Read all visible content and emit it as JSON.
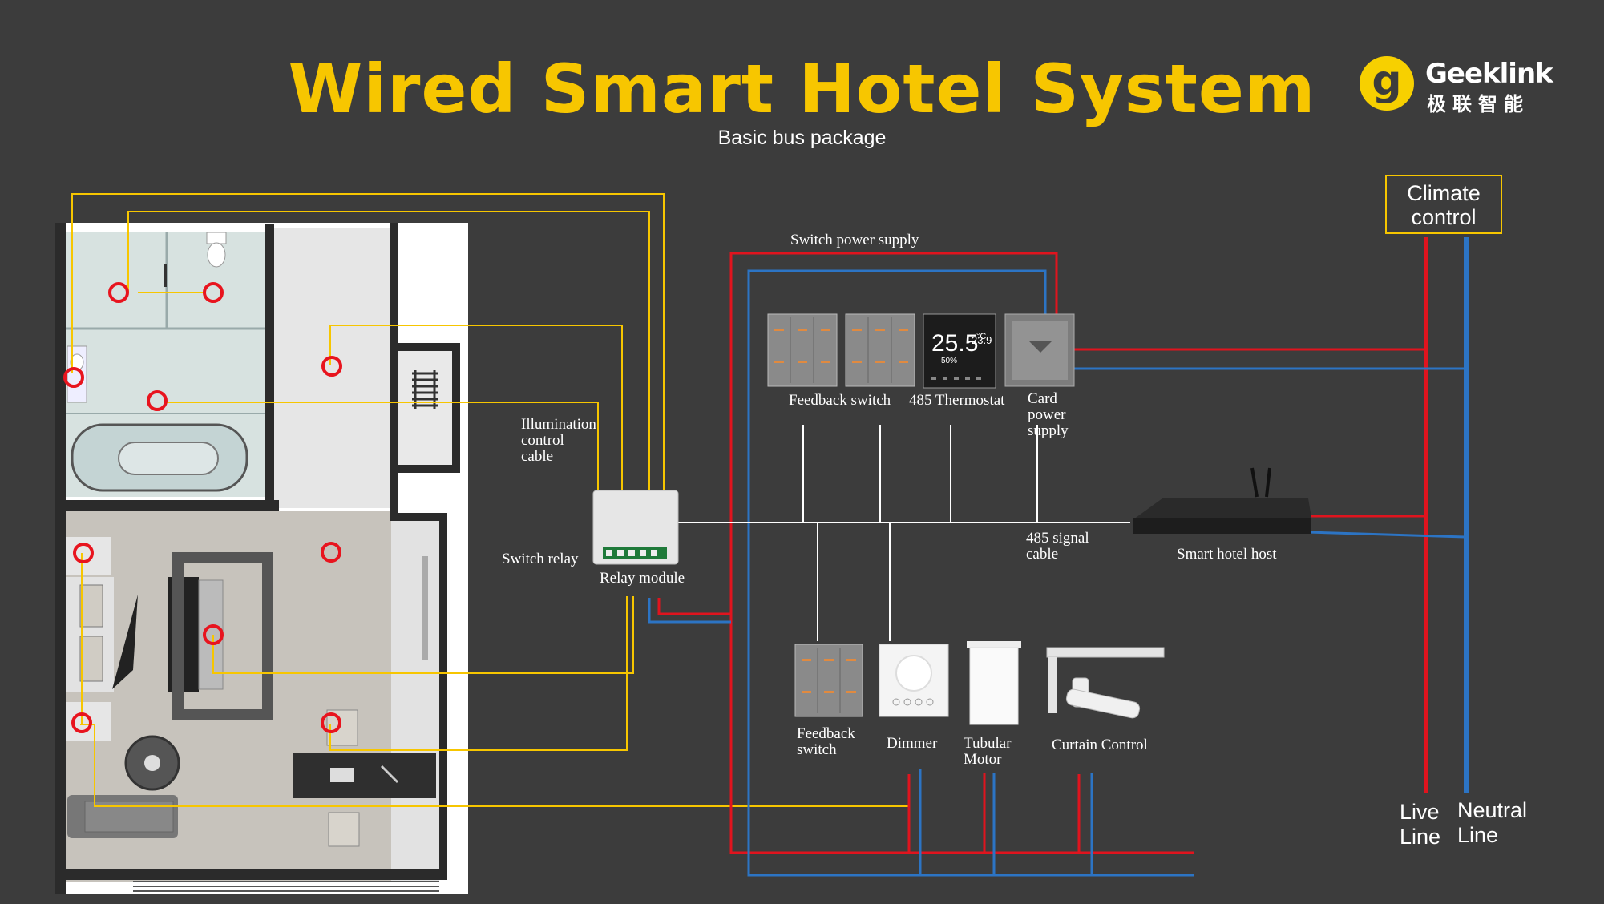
{
  "title": "Wired Smart Hotel System",
  "subtitle": "Basic bus package",
  "logo": {
    "mark": "g",
    "name": "Geeklink",
    "chinese": "极联智能",
    "color": "#f7d000"
  },
  "climate_control": {
    "line1": "Climate",
    "line2": "control"
  },
  "labels": {
    "switch_power_supply": "Switch power supply",
    "feedback_switch_top": "Feedback switch",
    "thermostat": "485 Thermostat",
    "card_power": [
      "Card",
      "power",
      "supply"
    ],
    "illumination_cable": [
      "Illumination",
      "control",
      "cable"
    ],
    "switch_relay": "Switch relay",
    "relay_module": "Relay module",
    "signal_cable": [
      "485 signal",
      "cable"
    ],
    "smart_host": "Smart hotel host",
    "feedback_switch_bottom": [
      "Feedback",
      "switch"
    ],
    "dimmer": "Dimmer",
    "tubular_motor": [
      "Tubular",
      "Motor"
    ],
    "curtain_control": "Curtain Control",
    "live_line": [
      "Live",
      "Line"
    ],
    "neutral_line": [
      "Neutral",
      "Line"
    ]
  },
  "thermostat_display": {
    "temp": "25.5",
    "unit": "°C",
    "set": "23.9",
    "extra": "50%"
  },
  "colors": {
    "background": "#3c3c3c",
    "accent_yellow": "#f7c600",
    "live_red": "#e0141e",
    "neutral_blue": "#2c74c4",
    "signal_white": "#ffffff",
    "marker_red": "#e8141e"
  },
  "icons": [
    "feedback-switch-panel-icon",
    "thermostat-icon",
    "card-power-icon",
    "relay-module-icon",
    "smart-host-icon",
    "dimmer-icon",
    "tubular-motor-icon",
    "curtain-motor-icon",
    "floor-plan-icon"
  ]
}
